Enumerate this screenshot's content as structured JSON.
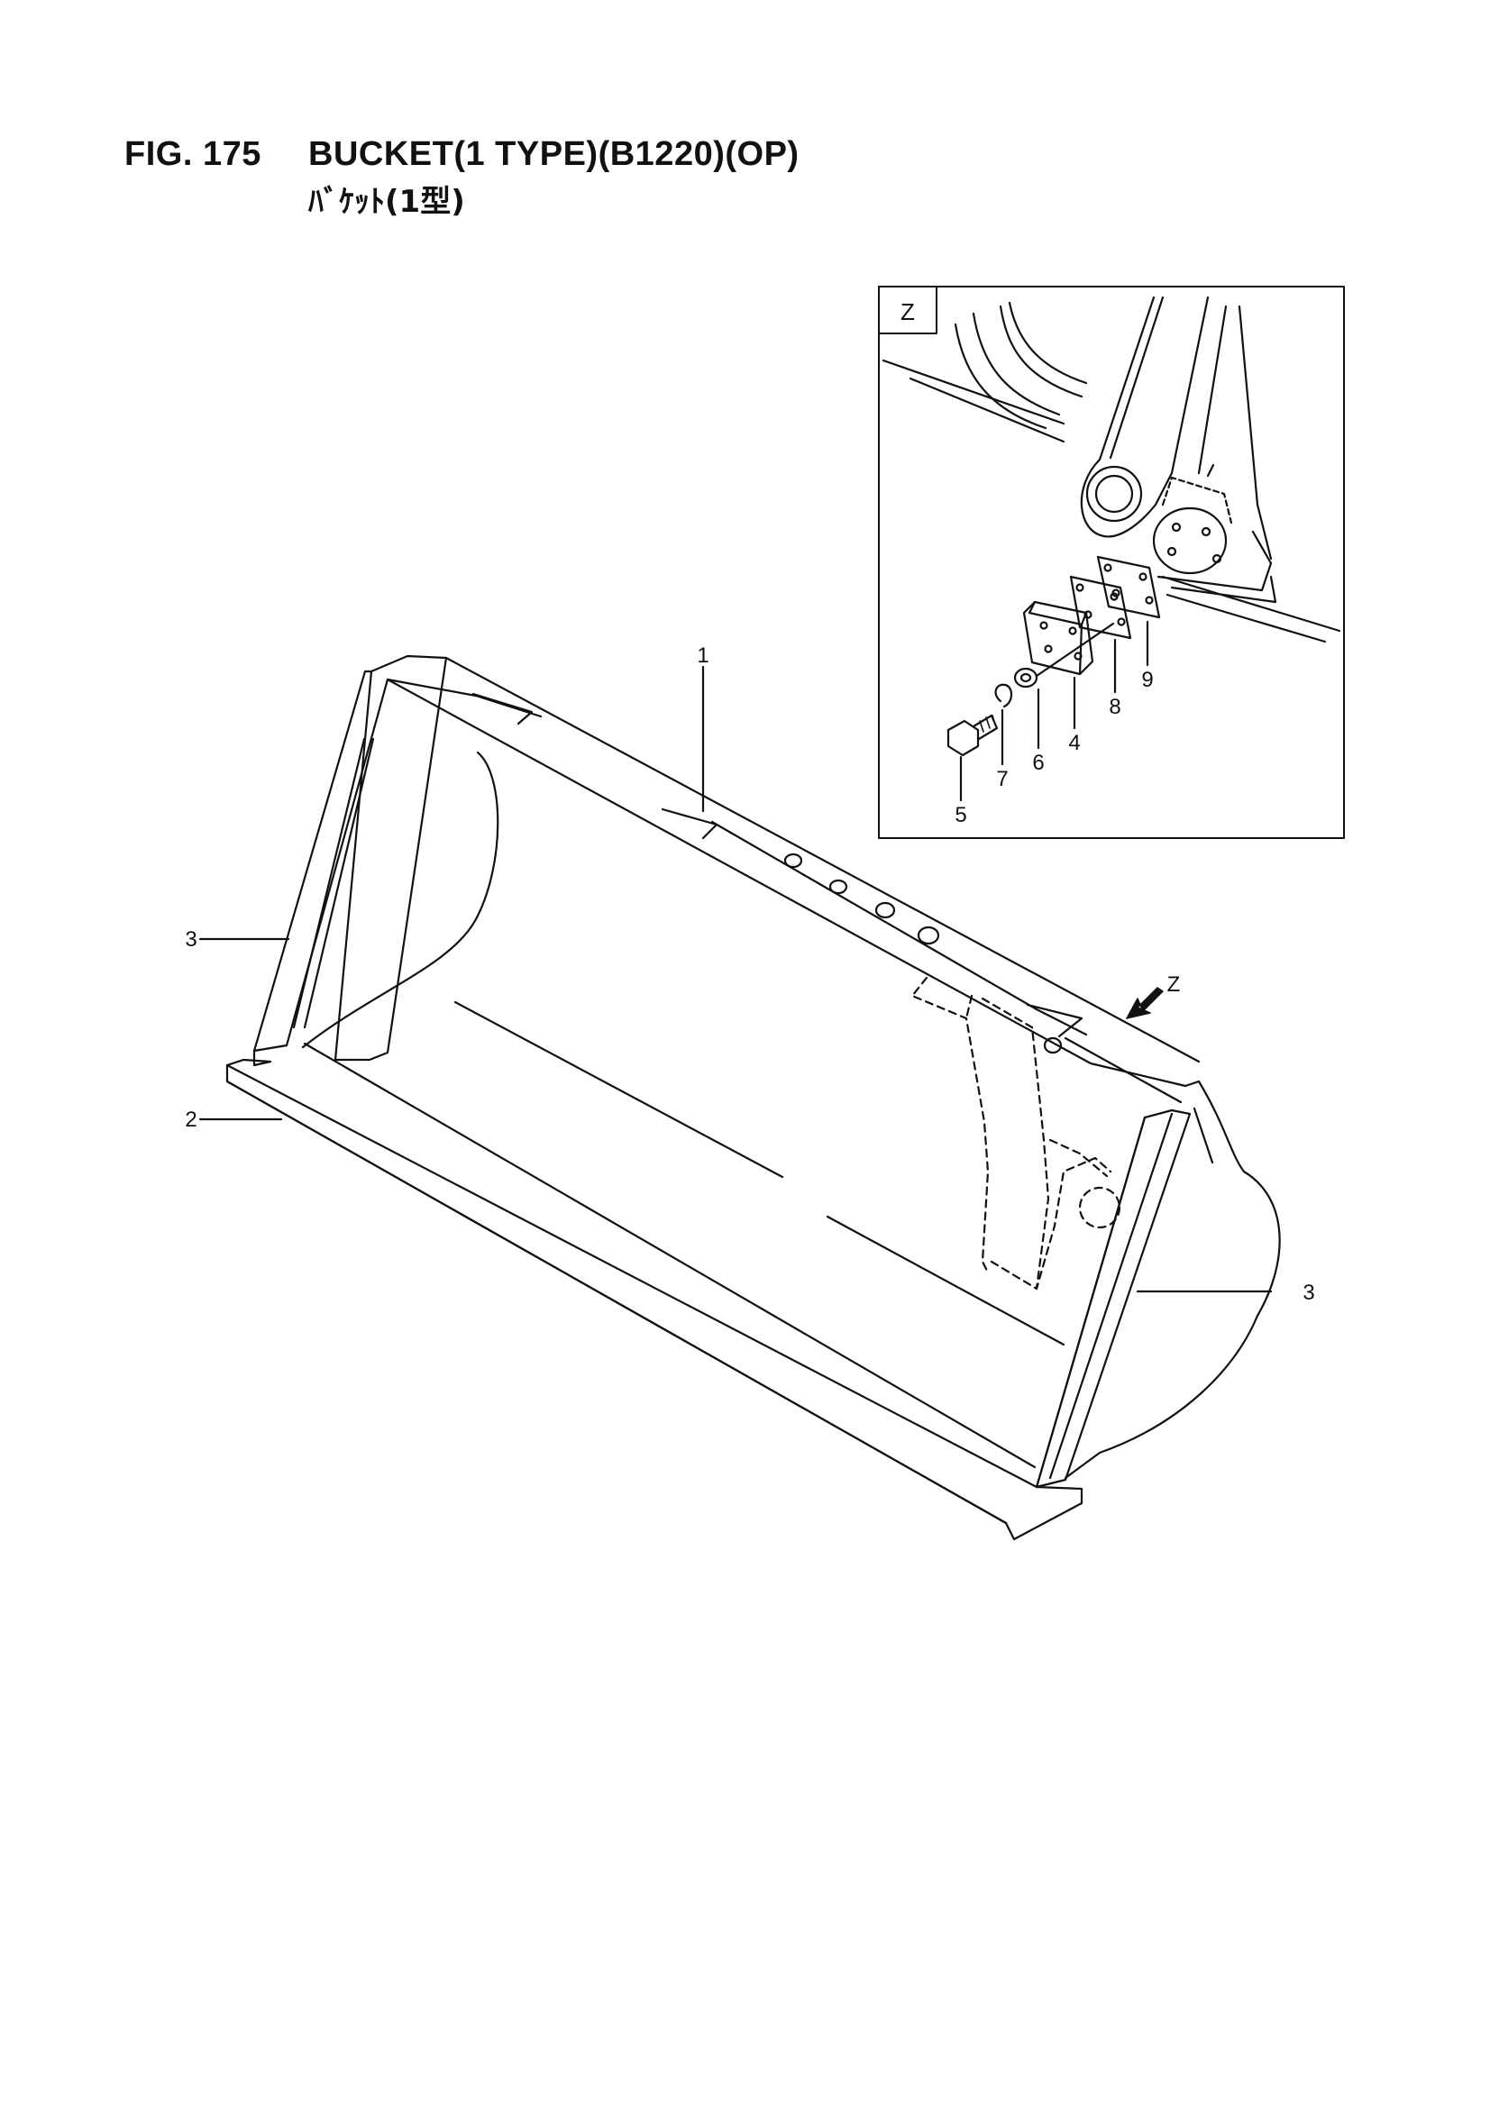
{
  "header": {
    "figure_number": "FIG. 175",
    "title": "BUCKET(1 TYPE)(B1220)(OP)",
    "subtitle_jp": "ﾊﾞｹｯﾄ(1型)"
  },
  "detail_view": {
    "label": "Z",
    "callouts": [
      "4",
      "5",
      "6",
      "7",
      "8",
      "9"
    ]
  },
  "main_view": {
    "view_arrow_label": "Z",
    "callouts": [
      "1",
      "2",
      "3",
      "3"
    ]
  }
}
